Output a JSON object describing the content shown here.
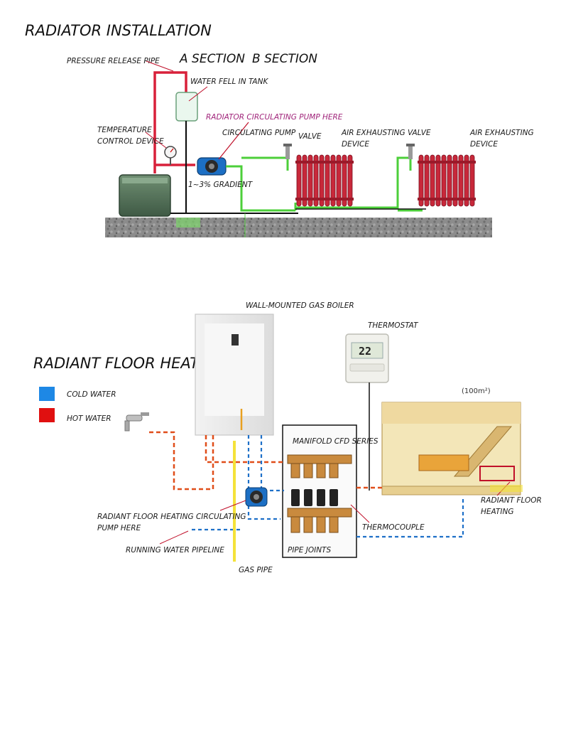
{
  "radiator": {
    "title": "RADIATOR INSTALLATION",
    "a_section": "A SECTION",
    "b_section": "B SECTION",
    "pressure_release_pipe": "PRESSURE RELEASE PIPE",
    "water_fell_in_tank": "WATER FELL IN TANK",
    "radiator_pump_note": "RADIATOR CIRCULATING PUMP HERE",
    "temperature_control_line1": "TEMPERATURE",
    "temperature_control_line2": "CONTROL DEVICE",
    "circulating_pump": "CIRCULATING PUMP",
    "valve_a": "VALVE",
    "air_exhausting_a_line1": "AIR EXHAUSTING",
    "air_exhausting_a_line2": "DEVICE",
    "valve_b": "VALVE",
    "air_exhausting_b_line1": "AIR EXHAUSTING",
    "air_exhausting_b_line2": "DEVICE",
    "gradient": "1~3% GRADIENT"
  },
  "floor": {
    "title": "RADIANT FLOOR HEATING",
    "legend_cold": "COLD WATER",
    "legend_hot": "HOT WATER",
    "boiler": "WALL-MOUNTED GAS BOILER",
    "thermostat": "THERMOSTAT",
    "thermostat_display": "22",
    "area": "(100m²)",
    "manifold": "MANIFOLD CFD SERIES",
    "radiant_line1": "RADIANT FLOOR",
    "radiant_line2": "HEATING",
    "pump_note_line1": "RADIANT FLOOR HEATING CIRCULATING",
    "pump_note_line2": "PUMP HERE",
    "thermocouple": "THERMOCOUPLE",
    "running_water": "RUNNING WATER PIPELINE",
    "pipe_joints": "PIPE JOINTS",
    "gas_pipe": "GAS PIPE"
  },
  "colors": {
    "cold": "#1e88e5",
    "hot": "#e01010",
    "radiator": "#c8283a",
    "supply_pipe": "#d8203a",
    "return_pipe": "#4ccf3a",
    "gas": "#f4e23a"
  }
}
